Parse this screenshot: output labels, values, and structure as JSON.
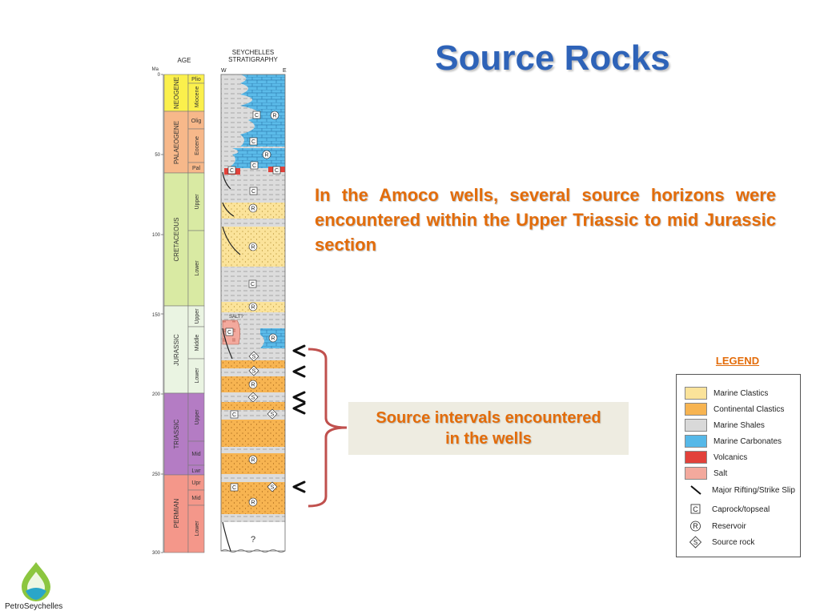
{
  "slide": {
    "title": "Source Rocks",
    "description": "In the Amoco wells, several source horizons were encountered within the Upper Triassic to mid Jurassic section",
    "callout": "Source intervals encountered\nin the wells",
    "brand": "PetroSeychelles"
  },
  "column": {
    "age_header": "AGE",
    "ma_label": "Ma",
    "strat_header_1": "SEYCHELLES",
    "strat_header_2": "STRATIGRAPHY",
    "west": "W",
    "east": "E",
    "salt_label": "SALT?",
    "unknown": "?",
    "ticks": [
      "0",
      "50",
      "100",
      "150",
      "200",
      "250",
      "300"
    ],
    "periods": [
      "NEOGENE",
      "PALAEOGENE",
      "CRETACEOUS",
      "JURASSIC",
      "TRIASSIC",
      "PERMIAN"
    ],
    "epochs": [
      "Plio",
      "Miocene",
      "Olig",
      "Eocene",
      "Pal",
      "Upper",
      "Lower",
      "Upper",
      "Middle",
      "Lower",
      "Upper",
      "Mid",
      "Lwr",
      "Upr",
      "Mid",
      "Lower"
    ],
    "period_colors": [
      "#fbf04c",
      "#f7b88a",
      "#d9eaa3",
      "#eaf4e2",
      "#b47cc4",
      "#f4978a"
    ]
  },
  "legend": {
    "title": "LEGEND",
    "items": [
      {
        "label": "Marine Clastics",
        "color": "#fbe39a"
      },
      {
        "label": "Continental Clastics",
        "color": "#f7b451"
      },
      {
        "label": "Marine Shales",
        "color": "#d9d9d9"
      },
      {
        "label": "Marine Carbonates",
        "color": "#56b8e8"
      },
      {
        "label": "Volcanics",
        "color": "#e2413a"
      },
      {
        "label": "Salt",
        "color": "#f3a99d"
      },
      {
        "label": "Major Rifting/Strike Slip",
        "icon": "rift-line-icon"
      },
      {
        "label": "Caprock/topseal",
        "icon": "caprock-c-icon",
        "symbol": "C"
      },
      {
        "label": "Reservoir",
        "icon": "reservoir-r-icon",
        "symbol": "R"
      },
      {
        "label": "Source rock",
        "icon": "source-s-icon",
        "symbol": "S"
      }
    ]
  }
}
